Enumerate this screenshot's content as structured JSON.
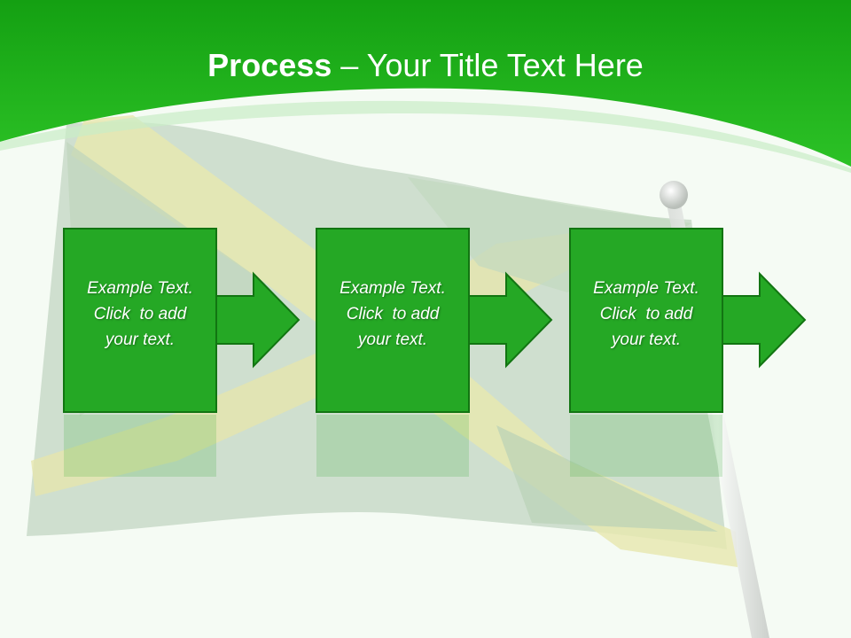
{
  "slide": {
    "title_bold": "Process",
    "title_dash": " – ",
    "title_rest": "Your Title Text Here"
  },
  "steps": [
    {
      "line1": "Example Text.",
      "line2": "Click  to add",
      "line3": "your text."
    },
    {
      "line1": "Example Text.",
      "line2": "Click  to add",
      "line3": "your text."
    },
    {
      "line1": "Example Text.",
      "line2": "Click  to add",
      "line3": "your text."
    }
  ],
  "colors": {
    "header_green": "#22b21f",
    "box_green": "#24a824",
    "box_border": "#137a14",
    "flag_yellow": "#e7e6a6",
    "background": "#f5fbf4"
  },
  "icons": [
    "arrow-right-icon",
    "flagpole-icon",
    "flag-background-image"
  ]
}
